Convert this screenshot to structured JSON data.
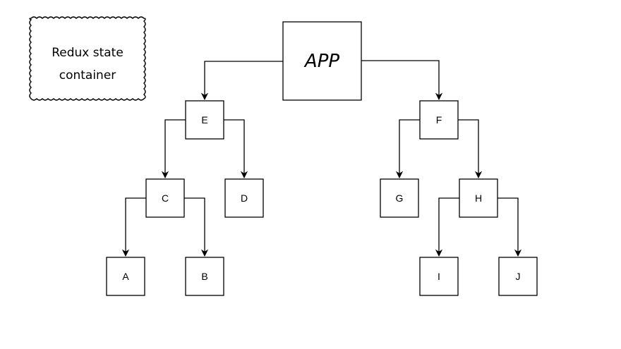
{
  "note": {
    "lines": [
      "Redux state",
      "container"
    ]
  },
  "tree": {
    "root": "APP",
    "nodes": [
      "APP",
      "E",
      "F",
      "C",
      "D",
      "G",
      "H",
      "A",
      "B",
      "I",
      "J"
    ],
    "edges": [
      [
        "APP",
        "E"
      ],
      [
        "APP",
        "F"
      ],
      [
        "E",
        "C"
      ],
      [
        "E",
        "D"
      ],
      [
        "F",
        "G"
      ],
      [
        "F",
        "H"
      ],
      [
        "C",
        "A"
      ],
      [
        "C",
        "B"
      ],
      [
        "H",
        "I"
      ],
      [
        "H",
        "J"
      ]
    ]
  }
}
